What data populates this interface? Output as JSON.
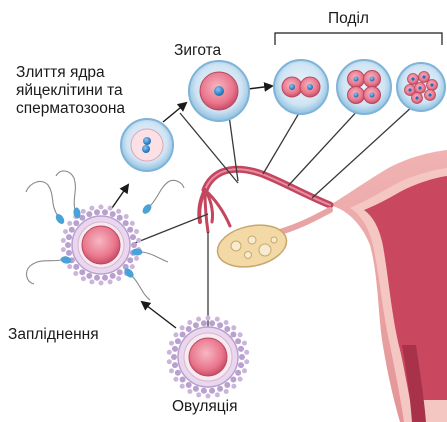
{
  "labels": {
    "division": "Поділ",
    "zygote": "Зигота",
    "fusion_line1": "Злиття ядра",
    "fusion_line2": "яйцеклітини та",
    "fusion_line3": "сперматозоона",
    "fertilization": "Запліднення",
    "ovulation": "Овуляція"
  },
  "colors": {
    "arrow": "#1a1a1a",
    "line": "#3a3a3a",
    "cell_outer": "#c9dff0",
    "cell_ring": "#7fb3d8",
    "cell_inner": "#e7788f",
    "nucleus": "#3b8fd6",
    "egg_corona": "#b9a0cf",
    "sperm_head": "#4aa3d8",
    "uterus_outer": "#e8a3a5",
    "uterus_inner": "#b83a52",
    "tube": "#c4455e",
    "ovary": "#f2d9a6"
  },
  "icons": {
    "arrow": "arrow-right-icon"
  }
}
